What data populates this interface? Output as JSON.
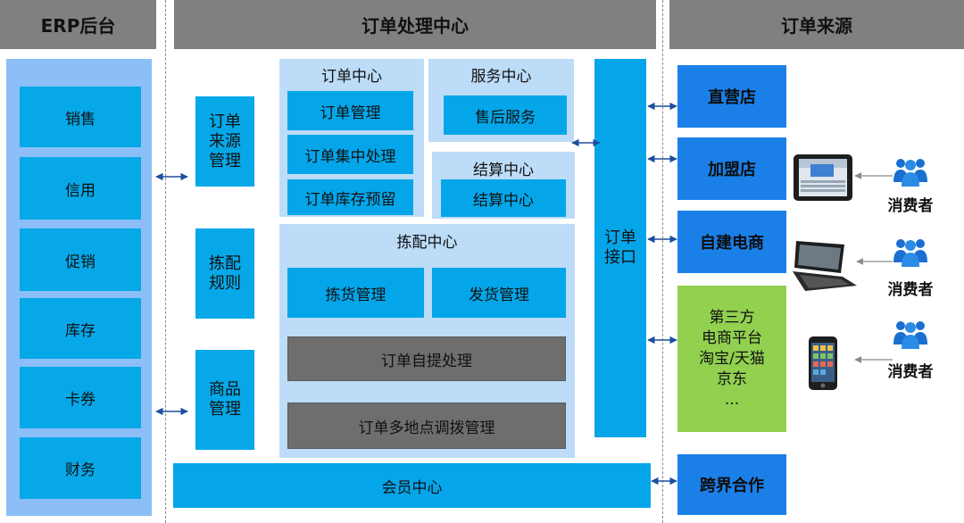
{
  "headers": {
    "erp": "ERP后台",
    "center": "订单处理中心",
    "source": "订单来源"
  },
  "erp_items": [
    "销售",
    "信用",
    "促销",
    "库存",
    "卡券",
    "财务"
  ],
  "left_modules": {
    "order_source": [
      "订单",
      "来源",
      "管理"
    ],
    "picking_rules": [
      "拣配",
      "规则"
    ],
    "goods": [
      "商品",
      "管理"
    ]
  },
  "order_center": {
    "title": "订单中心",
    "items": [
      "订单管理",
      "订单集中处理",
      "订单库存预留"
    ]
  },
  "service_center": {
    "title": "服务中心",
    "item": "售后服务"
  },
  "settlement_center": {
    "title": "结算中心",
    "item": "结算中心"
  },
  "picking_center": {
    "title": "拣配中心",
    "items": [
      "拣货管理",
      "发货管理"
    ],
    "gray_items": [
      "订单自提处理",
      "订单多地点调拨管理"
    ]
  },
  "order_interface": [
    "订单",
    "接口"
  ],
  "member_center": "会员中心",
  "sources": {
    "direct_store": "直营店",
    "franchise": "加盟店",
    "own_ecommerce": "自建电商",
    "third_party": [
      "第三方",
      "电商平台",
      "淘宝/天猫",
      "京东",
      "..."
    ],
    "crossborder": "跨界合作"
  },
  "consumers": [
    "消费者",
    "消费者",
    "消费者"
  ],
  "colors": {
    "header_gray": "#808080",
    "erp_panel": "#8cbff8",
    "module_cyan": "#06a8e8",
    "panel_light": "#bcdcf8",
    "source_blue": "#1a80e8",
    "third_party_green": "#92d050",
    "gray_box": "#6e6e6e"
  }
}
